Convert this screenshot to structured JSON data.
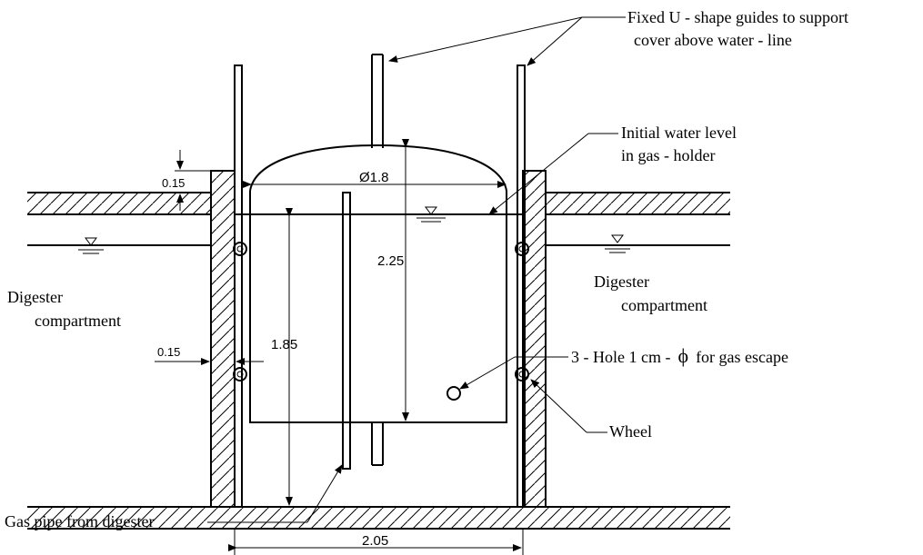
{
  "labels": {
    "guides_line1": "Fixed U - shape guides to support",
    "guides_line2": "cover above water - line",
    "initial_water_line1": "Initial water level",
    "initial_water_line2": "in gas - holder",
    "digester_left_line1": "Digester",
    "digester_left_line2": "compartment",
    "digester_right_line1": "Digester",
    "digester_right_line2": "compartment",
    "hole_prefix": "3 - Hole  1 cm -",
    "hole_symbol": "ϕ",
    "hole_suffix": "for gas escape",
    "wheel": "Wheel",
    "gas_pipe": "Gas pipe from digester"
  },
  "dimensions": {
    "wall_top_thickness": "0.15",
    "wall_side_thickness": "0.15",
    "holder_diameter": "Ø1.8",
    "holder_height": "2.25",
    "water_depth": "1.85",
    "tank_width": "2.05"
  },
  "colors": {
    "ink": "#000000",
    "background": "#ffffff"
  }
}
